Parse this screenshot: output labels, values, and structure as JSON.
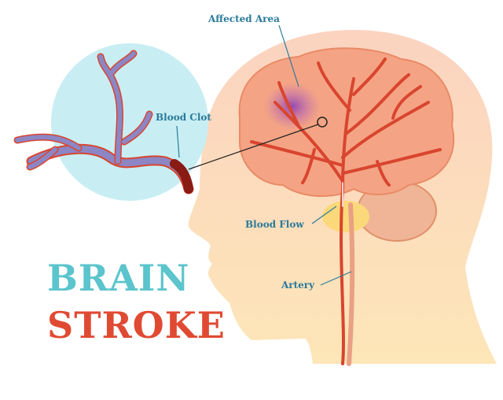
{
  "title": {
    "line1": "BRAIN",
    "line2": "STROKE"
  },
  "labels": {
    "affected_area": "Affected Area",
    "blood_clot": "Blood Clot",
    "blood_flow": "Blood Flow",
    "artery": "Artery"
  },
  "colors": {
    "title_line1": "#5bc4cc",
    "title_line2": "#e04a32",
    "label_text": "#2a7a9a",
    "skin": "#fcd9bd",
    "brain": "#f4a484",
    "artery": "#d9452f",
    "inset_bg": "#c8eef4",
    "vessel": "#8c86c4"
  }
}
